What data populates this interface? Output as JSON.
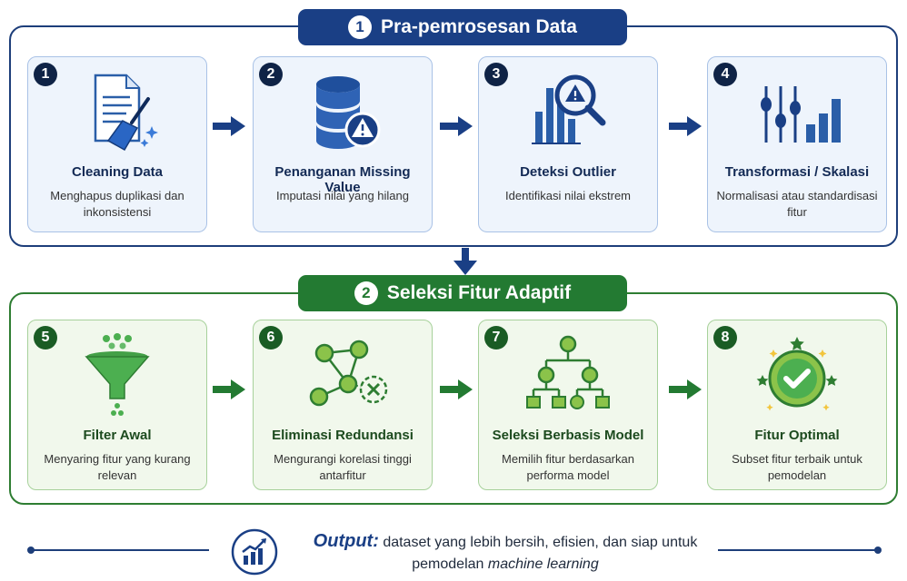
{
  "stage1": {
    "number": "1",
    "title": "Pra-pemrosesan Data"
  },
  "stage2": {
    "number": "2",
    "title": "Seleksi Fitur Adaptif"
  },
  "steps": [
    {
      "number": "1",
      "title": "Cleaning Data",
      "desc": "Menghapus duplikasi dan inkonsistensi",
      "icon": "broom-document-icon"
    },
    {
      "number": "2",
      "title": "Penanganan Missing Value",
      "desc": "Imputasi nilai yang hilang",
      "icon": "database-warning-icon"
    },
    {
      "number": "3",
      "title": "Deteksi Outlier",
      "desc": "Identifikasi nilai ekstrem",
      "icon": "chart-magnifier-icon"
    },
    {
      "number": "4",
      "title": "Transformasi / Skalasi",
      "desc": "Normalisasi atau standardisasi fitur",
      "icon": "sliders-bars-icon"
    },
    {
      "number": "5",
      "title": "Filter Awal",
      "desc": "Menyaring fitur yang kurang relevan",
      "icon": "funnel-icon"
    },
    {
      "number": "6",
      "title": "Eliminasi Redundansi",
      "desc": "Mengurangi korelasi tinggi antarfitur",
      "icon": "network-remove-icon"
    },
    {
      "number": "7",
      "title": "Seleksi Berbasis Model",
      "desc": "Memilih fitur berdasarkan performa model",
      "icon": "tree-icon"
    },
    {
      "number": "8",
      "title": "Fitur Optimal",
      "desc": "Subset fitur terbaik untuk pemodelan",
      "icon": "check-badge-icon"
    }
  ],
  "output": {
    "label": "Output:",
    "text_before": "dataset yang lebih bersih, efisien, dan siap untuk pemodelan",
    "text_em": "machine learning",
    "icon": "growth-chart-icon"
  },
  "colors": {
    "blue": "#1a3f85",
    "green": "#237a32",
    "light_blue": "#eef4fc",
    "light_green": "#f1f8ec"
  }
}
